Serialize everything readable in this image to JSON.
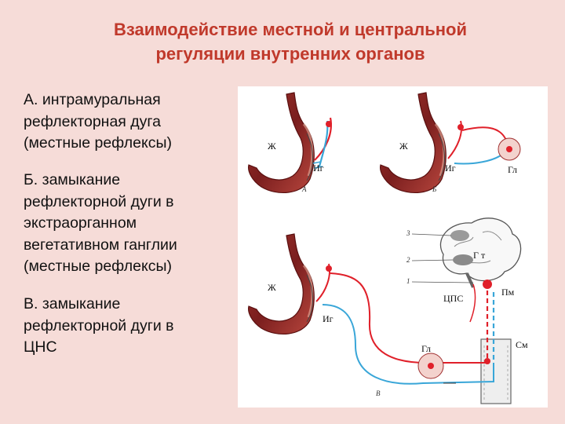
{
  "title": {
    "line1": "Взаимодействие местной и центральной",
    "line2": "регуляции внутренних органов"
  },
  "items": [
    {
      "lines": [
        "А.  интрамуральная",
        "рефлекторная дуга",
        "(местные рефлексы)"
      ]
    },
    {
      "lines": [
        "Б. замыкание",
        "рефлекторной дуги в",
        "экстраорганном",
        "вегетативном ганглии",
        "(местные рефлексы)"
      ]
    },
    {
      "lines": [
        "В. замыкание",
        "рефлекторной дуги в",
        "ЦНС"
      ]
    }
  ],
  "figure": {
    "panel_a": {
      "stomach": "Ж",
      "ganglion": "Иг",
      "letter": "А"
    },
    "panel_b": {
      "stomach": "Ж",
      "ganglion": "Иг",
      "ext_ganglion": "Гл",
      "letter": "Б"
    },
    "panel_c": {
      "stomach": "Ж",
      "ganglion": "Иг",
      "ext_ganglion": "Гл",
      "hypothalamus": "Г т",
      "cns": "ЦПС",
      "medulla": "Пм",
      "spinal": "См",
      "numbers": [
        "3",
        "2",
        "1"
      ],
      "letter": "В"
    },
    "colors": {
      "afferent": "#39a6d8",
      "efferent": "#e0202a",
      "tissue": "#8b2a2a"
    }
  }
}
